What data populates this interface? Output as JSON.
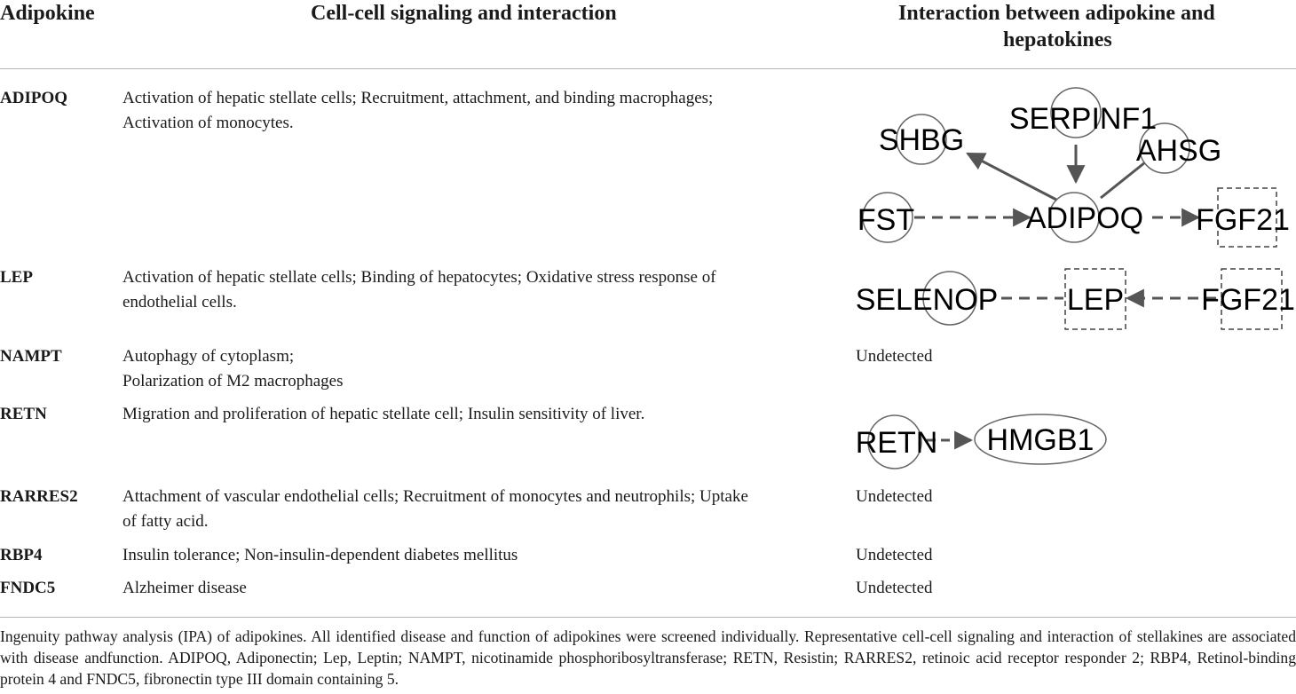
{
  "headers": {
    "adipokine": "Adipokine",
    "signaling": "Cell-cell signaling and interaction",
    "interaction_line1": "Interaction between adipokine and",
    "interaction_line2": "hepatokines"
  },
  "rows": [
    {
      "gene": "ADIPOQ",
      "desc_lines": [
        "Activation of hepatic stellate cells; Recruitment, attachment, and binding macrophages;",
        "Activation of monocytes."
      ],
      "interaction": "",
      "network": {
        "nodes": [
          "SHBG",
          "SERPINF1",
          "AHSG",
          "FST",
          "ADIPOQ",
          "FGF21"
        ]
      }
    },
    {
      "gene": "LEP",
      "desc_lines": [
        "Activation of hepatic stellate cells; Binding of hepatocytes; Oxidative stress response of",
        "endothelial cells."
      ],
      "interaction": "",
      "network": {
        "nodes": [
          "SELENOP",
          "LEP",
          "FGF21"
        ]
      }
    },
    {
      "gene": "NAMPT",
      "desc_lines": [
        "Autophagy of cytoplasm;",
        "Polarization of M2 macrophages"
      ],
      "interaction": "Undetected"
    },
    {
      "gene": "RETN",
      "desc_lines": [
        "Migration and proliferation of hepatic stellate cell; Insulin sensitivity of liver."
      ],
      "interaction": "",
      "network": {
        "nodes": [
          "RETN",
          "HMGB1"
        ]
      }
    },
    {
      "gene": "RARRES2",
      "desc_lines": [
        "Attachment of vascular endothelial cells; Recruitment of monocytes and neutrophils; Uptake",
        "of fatty acid."
      ],
      "interaction": "Undetected"
    },
    {
      "gene": "RBP4",
      "desc_lines": [
        "Insulin tolerance; Non-insulin-dependent diabetes mellitus"
      ],
      "interaction": "Undetected"
    },
    {
      "gene": "FNDC5",
      "desc_lines": [
        "Alzheimer disease"
      ],
      "interaction": "Undetected"
    }
  ],
  "footnote": "Ingenuity pathway analysis (IPA) of adipokines. All identified disease and function of adipokines were screened individually. Representative cell-cell signaling and interaction of stellakines are associated with disease andfunction. ADIPOQ, Adiponectin; Lep, Leptin; NAMPT, nicotinamide phosphoribosyltransferase; RETN, Resistin; RARRES2, retinoic acid receptor responder 2; RBP4, Retinol-binding protein 4 and FNDC5, fibronectin type III domain containing 5."
}
